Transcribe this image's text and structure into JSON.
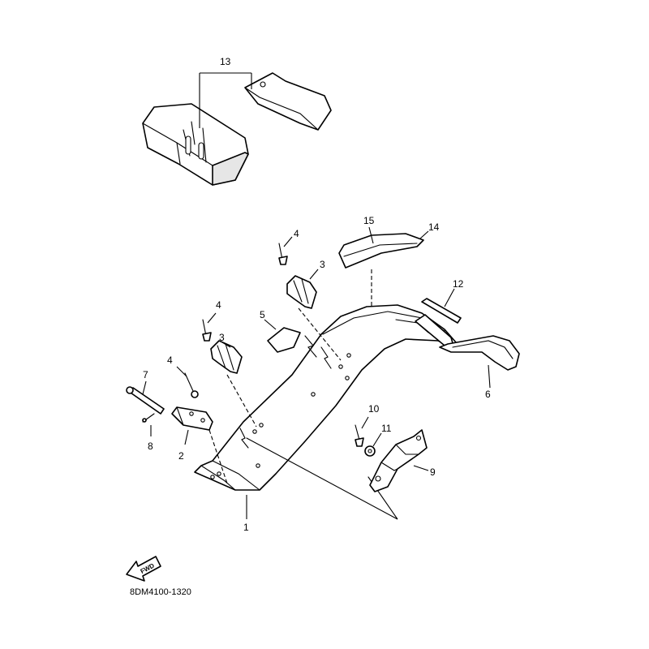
{
  "drawing_code": "8DM4100-1320",
  "fwd_label": "FWD",
  "callouts": {
    "c1": "1",
    "c2": "2",
    "c3a": "3",
    "c3b": "3",
    "c4a": "4",
    "c4b": "4",
    "c4c": "4",
    "c5": "5",
    "c6": "6",
    "c7": "7",
    "c8": "8",
    "c9": "9",
    "c10": "10",
    "c11": "11",
    "c12": "12",
    "c13": "13",
    "c14": "14",
    "c15": "15"
  }
}
